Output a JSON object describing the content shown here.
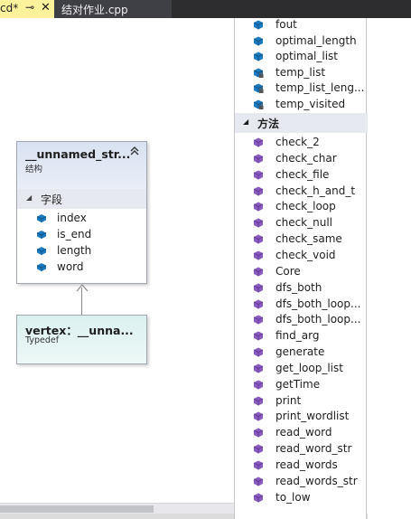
{
  "tabs": {
    "active": {
      "title": "cd*",
      "pin_glyph": "⊸",
      "close_glyph": "✕"
    },
    "inactive": {
      "title": "结对作业.cpp"
    }
  },
  "shapes": {
    "struct": {
      "name": "__unnamed_str...",
      "kind": "结构",
      "section_label": "字段",
      "fields": [
        "index",
        "is_end",
        "length",
        "word"
      ]
    },
    "typedef": {
      "name": "vertex：__unna...",
      "kind": "Typedef"
    }
  },
  "members": {
    "fields": [
      "fout",
      "optimal_length",
      "optimal_list",
      "temp_list",
      "temp_list_leng...",
      "temp_visited"
    ],
    "locked_fields": [
      false,
      false,
      false,
      true,
      true,
      true
    ],
    "methods_label": "方法",
    "methods": [
      "check_2",
      "check_char",
      "check_file",
      "check_h_and_t",
      "check_loop",
      "check_null",
      "check_same",
      "check_void",
      "Core",
      "dfs_both",
      "dfs_both_loop...",
      "dfs_both_loop...",
      "find_arg",
      "generate",
      "get_loop_list",
      "getTime",
      "print",
      "print_wordlist",
      "read_word",
      "read_word_str",
      "read_words",
      "read_words_str",
      "to_low"
    ]
  },
  "colors": {
    "field_icon": "#1c7bbf",
    "method_icon": "#8a5bbf",
    "tab_active": "#fff29d",
    "tab_bar": "#2d2d30"
  },
  "icons": {
    "field": "field-cube-icon",
    "method": "method-cube-icon",
    "lock": "lock-icon",
    "collapse": "double-chevron-up-icon"
  }
}
